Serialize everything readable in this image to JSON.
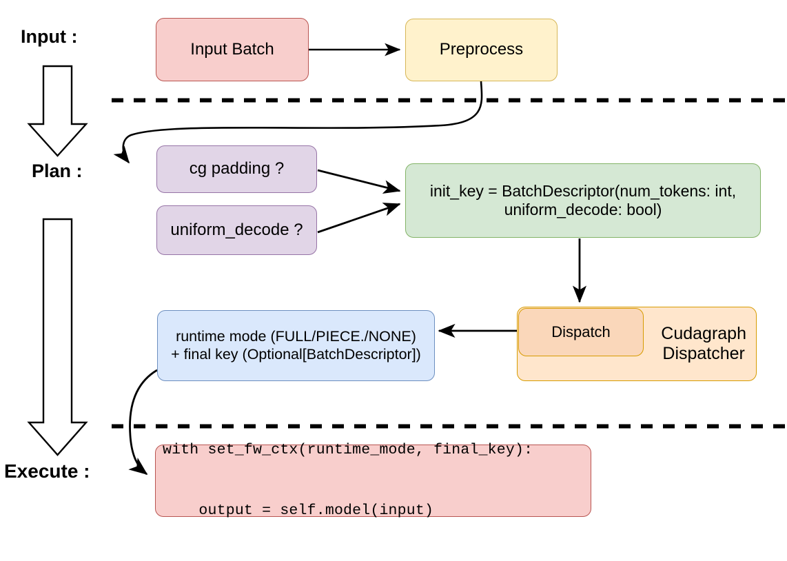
{
  "diagram": {
    "title": "vLLM cudagraph dispatch flow",
    "stages": [
      {
        "label": "Input :"
      },
      {
        "label": "Plan :"
      },
      {
        "label": "Execute :"
      }
    ],
    "nodes": {
      "input_batch": {
        "label": "Input Batch",
        "fill": "#f8cecc",
        "stroke": "#b85450"
      },
      "preprocess": {
        "label": "Preprocess",
        "fill": "#fff2cc",
        "stroke": "#d6b656"
      },
      "cg_padding": {
        "label": "cg padding ?",
        "fill": "#e1d5e7",
        "stroke": "#9673a6"
      },
      "uniform_decode": {
        "label": "uniform_decode ?",
        "fill": "#e1d5e7",
        "stroke": "#9673a6"
      },
      "init_key": {
        "line1": "init_key = BatchDescriptor(num_tokens: int,",
        "line2": "uniform_decode: bool)",
        "fill": "#d5e8d4",
        "stroke": "#82b366"
      },
      "cudagraph_dispatcher": {
        "line1": "Cudagraph",
        "line2": "Dispatcher",
        "fill": "#ffe6cc",
        "stroke": "#d79b00"
      },
      "dispatch": {
        "label": "Dispatch",
        "fill": "#fad7ba",
        "stroke": "#d79b00"
      },
      "runtime_mode": {
        "line1": "runtime mode (FULL/PIECE./NONE)",
        "line2": "+ final key (Optional[BatchDescriptor])",
        "fill": "#dae8fc",
        "stroke": "#6c8ebf"
      },
      "execute_code": {
        "line1": "with set_fw_ctx(runtime_mode, final_key):",
        "line2": "    output = self.model(input)",
        "fill": "#f8cecc",
        "stroke": "#b85450"
      }
    },
    "separators": [
      {
        "name": "input-plan-divider",
        "style": "dashed"
      },
      {
        "name": "plan-execute-divider",
        "style": "dashed"
      }
    ],
    "flow_arrows": [
      {
        "from": "input_batch",
        "to": "preprocess"
      },
      {
        "from": "preprocess",
        "to": "cg_padding"
      },
      {
        "from": "cg_padding",
        "to": "init_key"
      },
      {
        "from": "uniform_decode",
        "to": "init_key"
      },
      {
        "from": "init_key",
        "to": "dispatch"
      },
      {
        "from": "dispatch",
        "to": "runtime_mode"
      },
      {
        "from": "runtime_mode",
        "to": "execute_code"
      }
    ],
    "stage_arrows": [
      {
        "name": "input-to-plan-block-arrow"
      },
      {
        "name": "plan-to-execute-block-arrow"
      }
    ]
  }
}
